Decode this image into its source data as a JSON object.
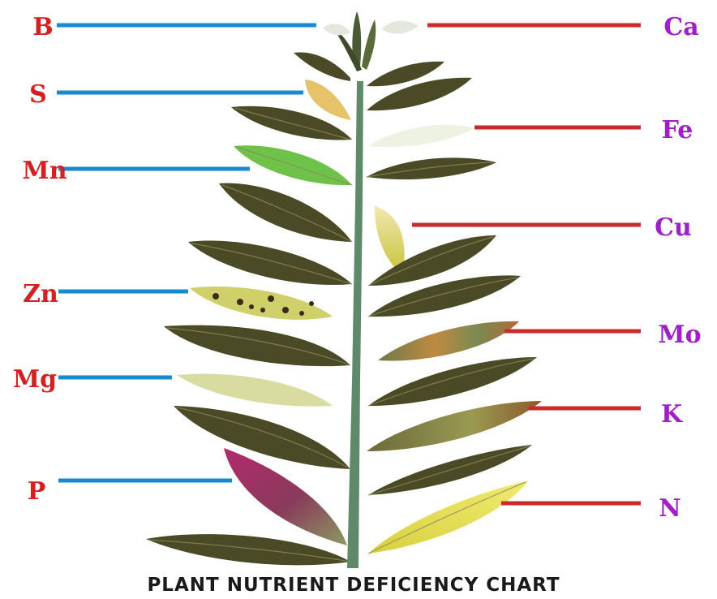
{
  "caption": "PLANT NUTRIENT DEFICIENCY CHART",
  "colors": {
    "left_label": "#d42020",
    "left_line": "#1a8ad0",
    "right_label": "#a020c8",
    "right_line": "#cc2a2a",
    "healthy_leaf": "#4a4a26",
    "stem": "#5e8a6a"
  },
  "left_labels": [
    {
      "symbol": "B",
      "leaf_condition": "dead-growing-tip"
    },
    {
      "symbol": "S",
      "leaf_condition": "yellowing-young-leaf"
    },
    {
      "symbol": "Mn",
      "leaf_condition": "green-with-veins"
    },
    {
      "symbol": "Zn",
      "leaf_condition": "yellow-with-dark-spots"
    },
    {
      "symbol": "Mg",
      "leaf_condition": "pale-interveinal-chlorosis"
    },
    {
      "symbol": "P",
      "leaf_condition": "purple-red-discoloration"
    }
  ],
  "right_labels": [
    {
      "symbol": "Ca",
      "leaf_condition": "dead-growing-tip"
    },
    {
      "symbol": "Fe",
      "leaf_condition": "white-chlorotic-leaf"
    },
    {
      "symbol": "Cu",
      "leaf_condition": "yellow-drooping-leaf"
    },
    {
      "symbol": "Mo",
      "leaf_condition": "mottled-scorched-leaf"
    },
    {
      "symbol": "K",
      "leaf_condition": "scorched-margins"
    },
    {
      "symbol": "N",
      "leaf_condition": "uniform-yellowing"
    }
  ]
}
